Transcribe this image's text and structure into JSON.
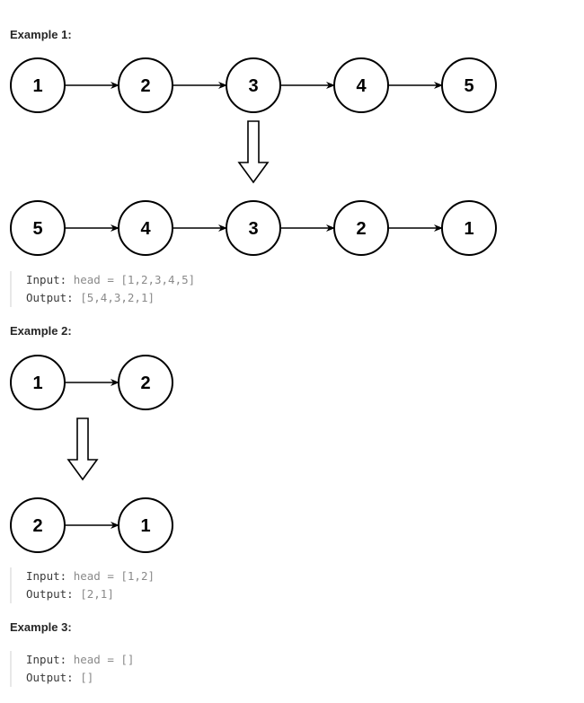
{
  "examples": [
    {
      "heading": "Example 1:",
      "before": [
        "1",
        "2",
        "3",
        "4",
        "5"
      ],
      "after": [
        "5",
        "4",
        "3",
        "2",
        "1"
      ],
      "input_label": "Input:",
      "input_value": "head = [1,2,3,4,5]",
      "output_label": "Output:",
      "output_value": "[5,4,3,2,1]"
    },
    {
      "heading": "Example 2:",
      "before": [
        "1",
        "2"
      ],
      "after": [
        "2",
        "1"
      ],
      "input_label": "Input:",
      "input_value": "head = [1,2]",
      "output_label": "Output:",
      "output_value": "[2,1]"
    },
    {
      "heading": "Example 3:",
      "before": [],
      "after": [],
      "input_label": "Input:",
      "input_value": "head = []",
      "output_label": "Output:",
      "output_value": "[]"
    }
  ]
}
